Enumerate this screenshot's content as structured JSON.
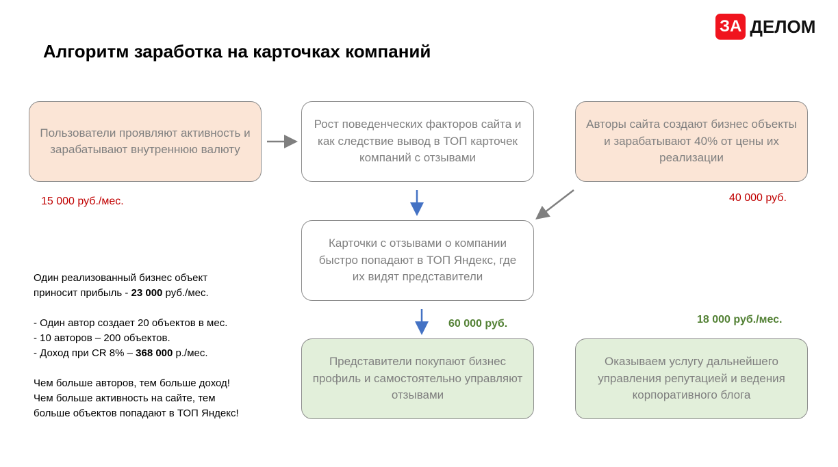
{
  "logo": {
    "badge": "ЗА",
    "text": "ДЕЛОМ"
  },
  "title": "Алгоритм заработка на карточках компаний",
  "boxes": {
    "users": "Пользователи проявляют активность и зарабатывают внутреннюю валюту",
    "growth": "Рост поведенческих факторов сайта и как следствие вывод в ТОП карточек компаний с отзывами",
    "authors": "Авторы сайта создают бизнес объекты и зарабатывают 40%  от цены их реализации",
    "cards": "Карточки с отзывами о компании быстро попадают в ТОП Яндекс, где их видят представители",
    "representatives": "Представители покупают бизнес профиль и самостоятельно управляют отзывами",
    "service": "Оказываем услугу дальнейшего управления репутацией и ведения корпоративного блога"
  },
  "values": {
    "users": "15 000 руб./мес.",
    "authors": "40 000 руб.",
    "representatives": "60 000 руб.",
    "service": "18 000 руб./мес."
  },
  "notes": {
    "line1": "Один реализованный бизнес объект",
    "line2_pre": "приносит прибыль - ",
    "line2_bold": "23 000",
    "line2_post": " руб./мес.",
    "bullet1": "- Один автор создает 20 объектов в мес.",
    "bullet2": "- 10 авторов – 200 объектов.",
    "bullet3_pre": "- Доход при CR 8% – ",
    "bullet3_bold": "368 000",
    "bullet3_post": " р./мес.",
    "closing1": "Чем больше авторов, тем больше доход!",
    "closing2": "Чем больше активность на сайте, тем",
    "closing3": "больше объектов попадают в ТОП Яндекс!"
  },
  "colors": {
    "accent_red": "#c00000",
    "accent_green": "#538135",
    "arrow_blue": "#4472c4",
    "logo_red": "#f0141e"
  }
}
